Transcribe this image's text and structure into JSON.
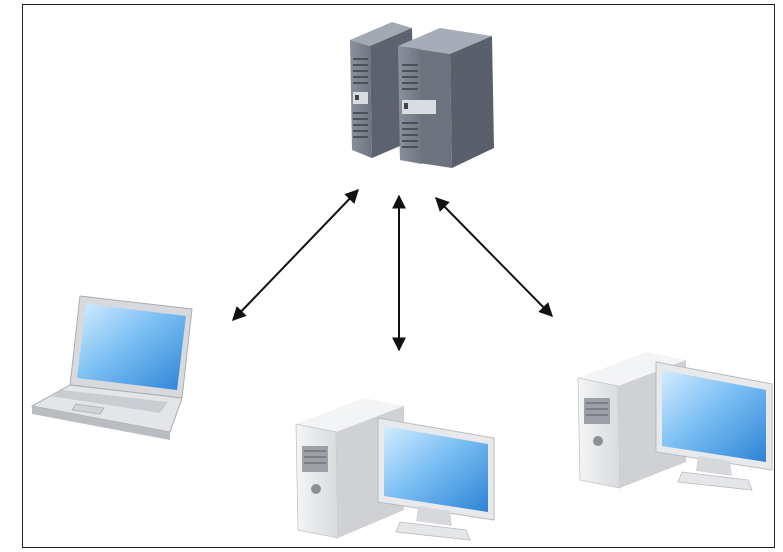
{
  "diagram": {
    "type": "client-server network",
    "nodes": [
      {
        "id": "server",
        "icon": "server-rack-icon",
        "count": 2
      },
      {
        "id": "laptop-client",
        "icon": "laptop-icon"
      },
      {
        "id": "desktop-client-center",
        "icon": "desktop-computer-icon"
      },
      {
        "id": "desktop-client-right",
        "icon": "desktop-computer-icon"
      }
    ],
    "edges": [
      {
        "from": "server",
        "to": "laptop-client",
        "direction": "both"
      },
      {
        "from": "server",
        "to": "desktop-client-center",
        "direction": "both"
      },
      {
        "from": "server",
        "to": "desktop-client-right",
        "direction": "both"
      }
    ]
  },
  "colors": {
    "frame": "#222222",
    "arrow": "#111111",
    "server_body": "#7d8491",
    "server_side": "#5b616c",
    "case_body": "#e6e7e9",
    "case_side": "#c9cbcf",
    "screen_light": "#bfe0fb",
    "screen_dark": "#2f88d8"
  }
}
